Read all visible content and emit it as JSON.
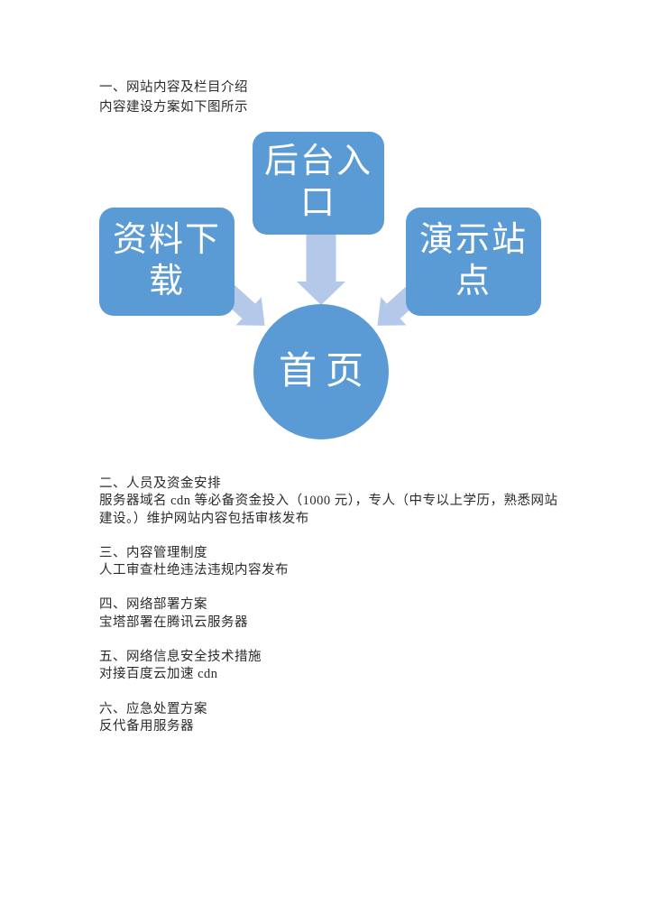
{
  "document": {
    "background": "#ffffff",
    "text_color": "#2b2b2b"
  },
  "sections": [
    {
      "heading": "一、网站内容及栏目介绍",
      "body": "内容建设方案如下图所示"
    },
    {
      "heading": "二、人员及资金安排",
      "body": "服务器域名 cdn 等必备资金投入（1000 元），专人（中专以上学历，熟悉网站建设。）维护网站内容包括审核发布"
    },
    {
      "heading": "三、内容管理制度",
      "body": "人工审查杜绝违法违规内容发布"
    },
    {
      "heading": "四、网络部署方案",
      "body": "宝塔部署在腾讯云服务器"
    },
    {
      "heading": "五、网络信息安全技术措施",
      "body": "对接百度云加速 cdn"
    },
    {
      "heading": "六、应急处置方案",
      "body": "反代备用服务器"
    }
  ],
  "diagram": {
    "type": "converging-arrows",
    "center_node": "首页",
    "source_nodes": [
      "后台入口",
      "资料下载",
      "演示站点"
    ],
    "colors": {
      "node_fill": "#5b9bd5",
      "arrow_fill": "#b4c9e9",
      "node_text": "#ffffff"
    }
  }
}
